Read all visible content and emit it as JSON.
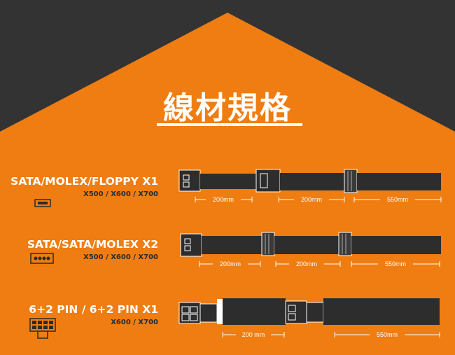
{
  "title": "線材規格",
  "colors": {
    "orange": "#ef7d12",
    "dark": "#333333",
    "cable": "#2d2d2d",
    "white": "#ffffff"
  },
  "rows": [
    {
      "label": "SATA/MOLEX/FLOPPY X1",
      "models": "X500 / X600 / X700",
      "icon": "floppy-connector-icon",
      "dims": [
        "200mm",
        "200mm",
        "550mm"
      ]
    },
    {
      "label": "SATA/SATA/MOLEX X2",
      "models": "X500 / X600 / X700",
      "icon": "molex-connector-icon",
      "dims": [
        "200mm",
        "200mm",
        "550mm"
      ]
    },
    {
      "label": "6+2 PIN / 6+2 PIN X1",
      "models": "X600 / X700",
      "icon": "pcie-8pin-connector-icon",
      "dims": [
        "200 mm",
        "550mm"
      ]
    }
  ]
}
